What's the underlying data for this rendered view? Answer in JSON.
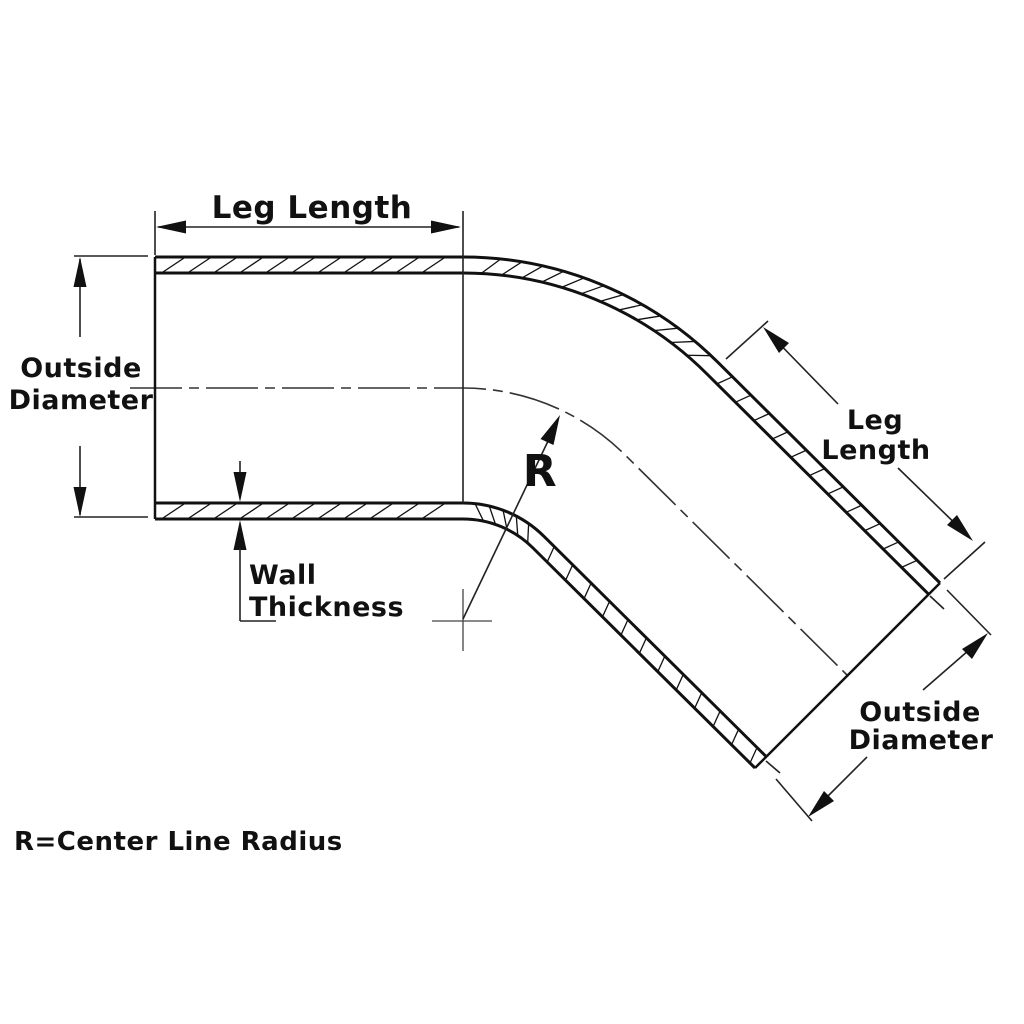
{
  "labels": {
    "top_leg_length": "Leg Length",
    "outside_diameter_left": {
      "line1": "Outside",
      "line2": "Diameter"
    },
    "wall_thickness": {
      "line1": "Wall",
      "line2": "Thickness"
    },
    "radius": "R",
    "leg_length_right": {
      "line1": "Leg",
      "line2": "Length"
    },
    "outside_diameter_right": {
      "line1": "Outside",
      "line2": "Diameter"
    },
    "footnote": "R=Center Line Radius"
  },
  "colors": {
    "label_red": "#ed1c24",
    "line_black": "#111111",
    "background": "#ffffff"
  }
}
